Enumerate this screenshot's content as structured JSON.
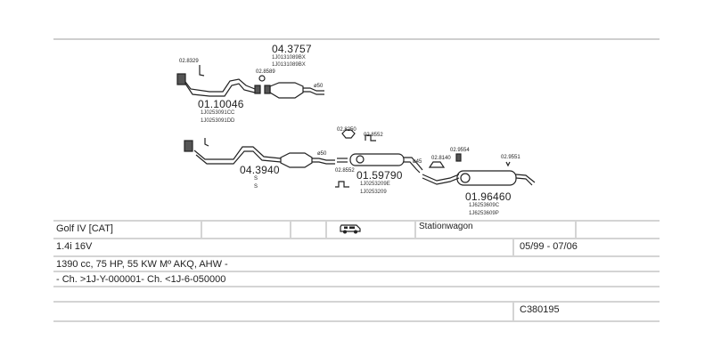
{
  "diagram": {
    "parts": [
      {
        "id": "front-pipe",
        "number": "01.10046",
        "oem": [
          "1J0253091CC",
          "1J0253091DD"
        ]
      },
      {
        "id": "catalyst-top",
        "number": "04.3757",
        "oem": [
          "1J0131089BX",
          "1J0131089BX"
        ]
      },
      {
        "id": "catalyst-bottom",
        "number": "04.3940",
        "oem": [
          "S",
          "S"
        ]
      },
      {
        "id": "middle-silencer",
        "number": "01.59790",
        "oem": [
          "1J0253209E",
          "1J0253209"
        ]
      },
      {
        "id": "rear-silencer",
        "number": "01.96460",
        "oem": [
          "1J6253609C",
          "1J6253609P"
        ]
      }
    ],
    "accessories": {
      "a1": "02.8329",
      "a2": "02.8589",
      "a3": "02.8250",
      "a4": "02.8552",
      "a5": "02.8552",
      "a6": "02.8140",
      "a7": "02.9554",
      "a8": "02.9551"
    },
    "diameters": {
      "d1": "ø50",
      "d2": "ø50",
      "d3": "ø45"
    }
  },
  "table": {
    "model": "Golf IV  [CAT]",
    "body_type": "Stationwagon",
    "engine": "1.4i 16V",
    "years": "05/99 - 07/06",
    "specs": "1390 cc, 75 HP, 55 KW Mº AKQ, AHW -",
    "chassis": "- Ch. >1J-Y-000001- Ch. <1J-6-050000",
    "code": "C380195",
    "vehicle_icon": "van-icon"
  }
}
